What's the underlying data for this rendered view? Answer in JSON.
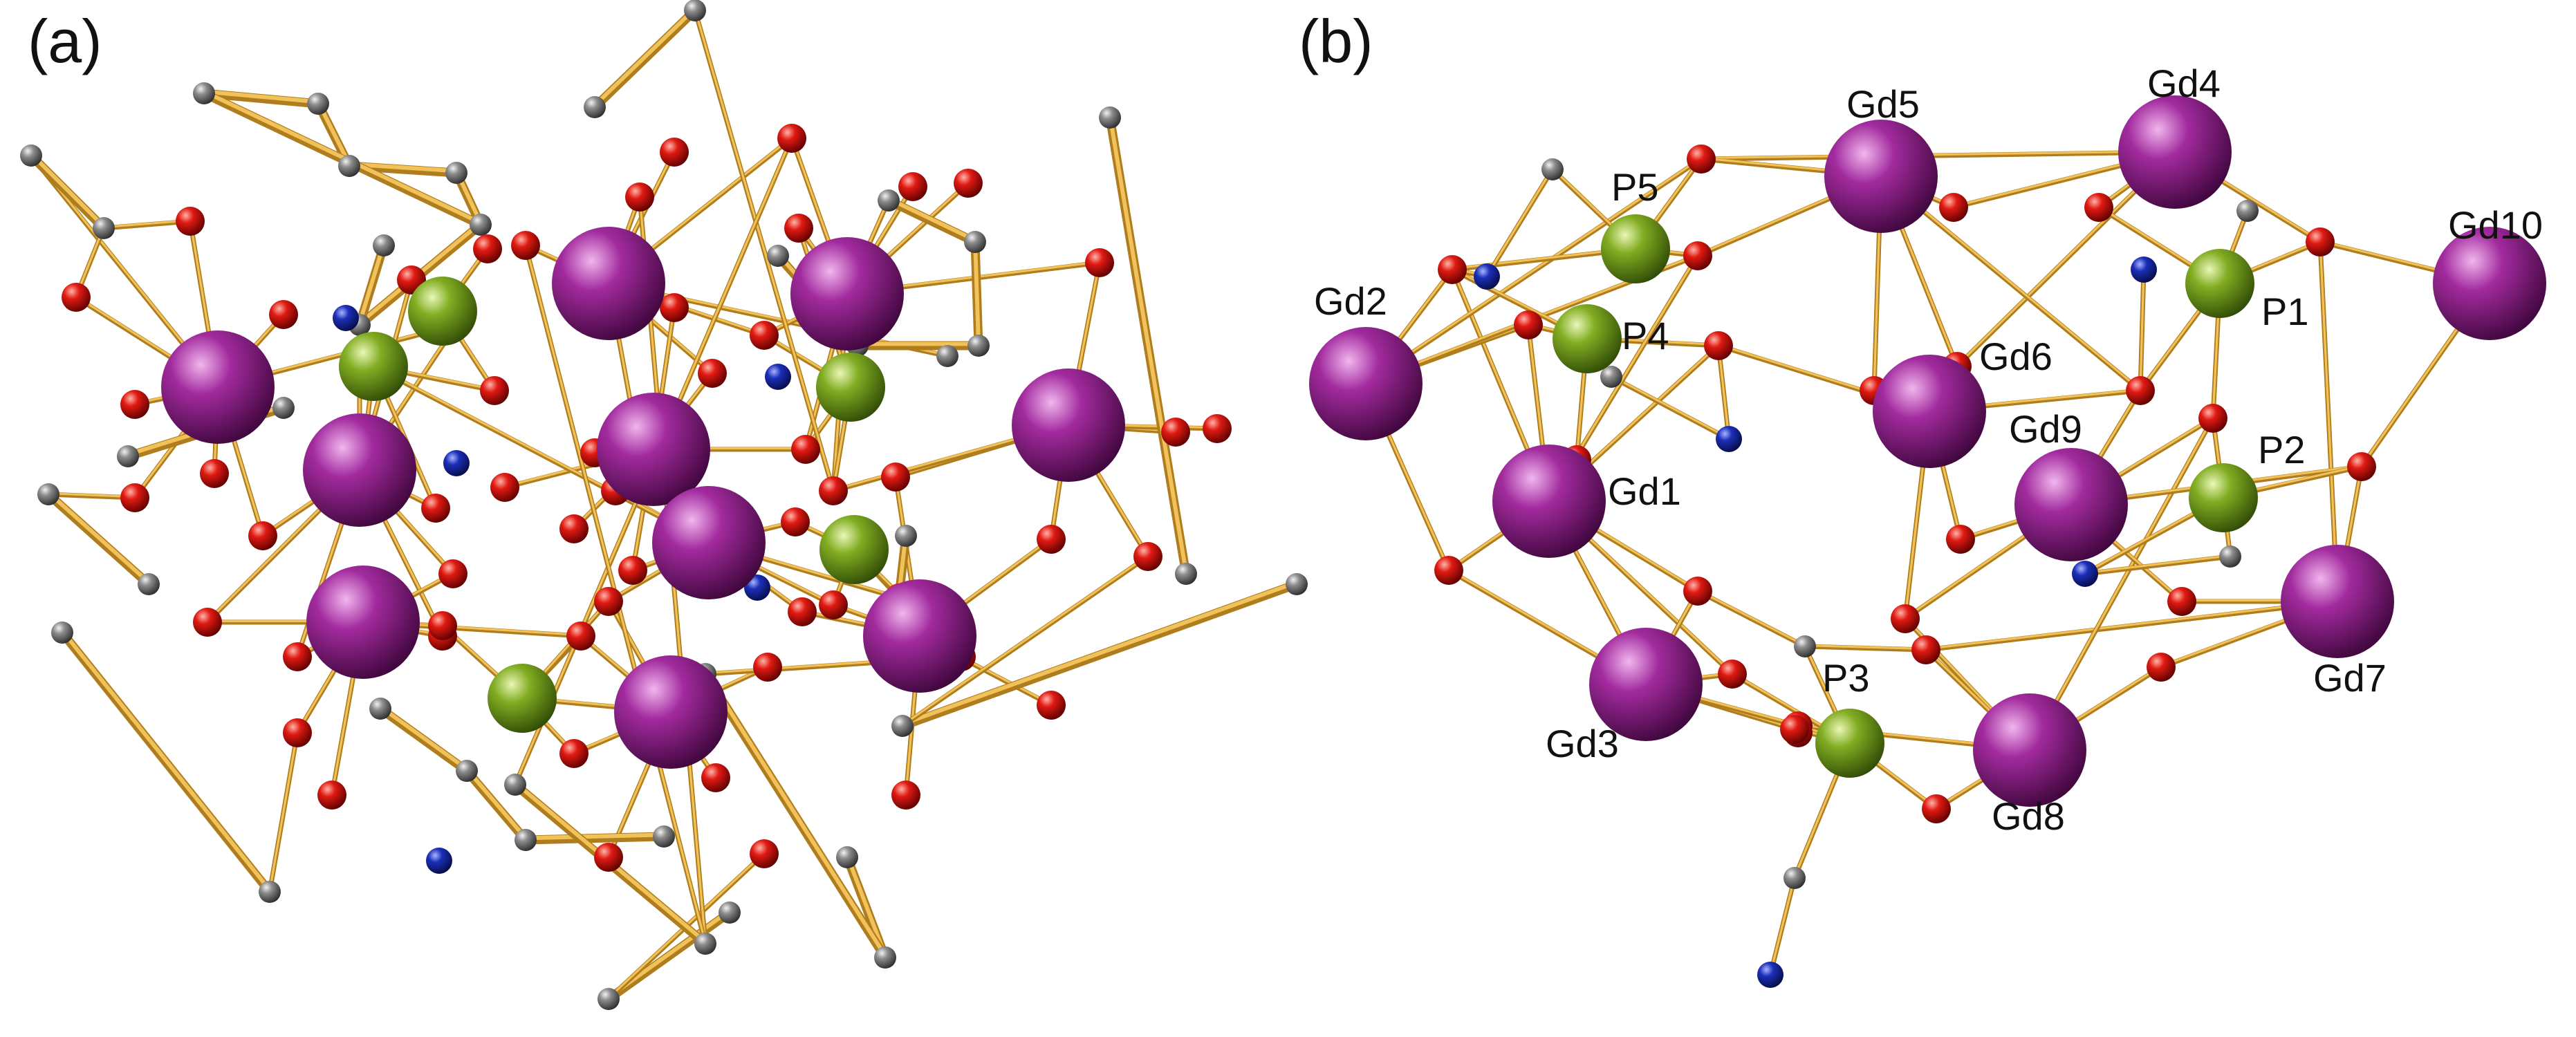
{
  "panels": [
    {
      "id": "a",
      "label": "(a)"
    },
    {
      "id": "b",
      "label": "(b)"
    }
  ],
  "atom_labels": [
    "Gd1",
    "Gd2",
    "Gd3",
    "Gd4",
    "Gd5",
    "Gd6",
    "Gd7",
    "Gd8",
    "Gd9",
    "Gd10",
    "P1",
    "P2",
    "P3",
    "P4",
    "P5"
  ],
  "colors": {
    "background": "#ffffff",
    "bond": "#e3a73a",
    "gd": "#8b1a87",
    "p": "#6b9a1e",
    "o": "#d61010",
    "n": "#1526a8",
    "c": "#8a8a8a",
    "text": "#111111"
  }
}
